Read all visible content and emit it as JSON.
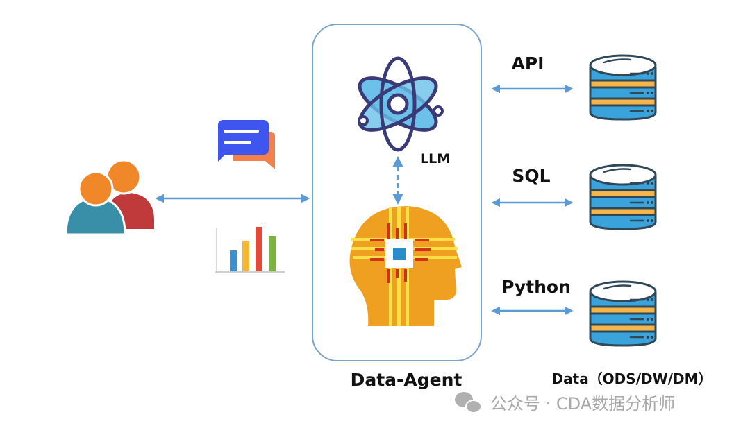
{
  "agent": {
    "label": "Data-Agent",
    "llm_label": "LLM"
  },
  "connections": [
    {
      "label": "API"
    },
    {
      "label": "SQL"
    },
    {
      "label": "Python"
    }
  ],
  "data_store": {
    "label": "Data（ODS/DW/DM）"
  },
  "watermark": {
    "text": "公众号 · CDA数据分析师"
  },
  "colors": {
    "arrow": "#5b9bd5",
    "box": "#7aa4c8",
    "db_blue": "#3ba3dc",
    "db_stripe": "#f6b54a",
    "outline": "#2f4858",
    "head": "#f0a020",
    "atom": "#6cc0ea",
    "atom_line": "#3a3a78"
  }
}
